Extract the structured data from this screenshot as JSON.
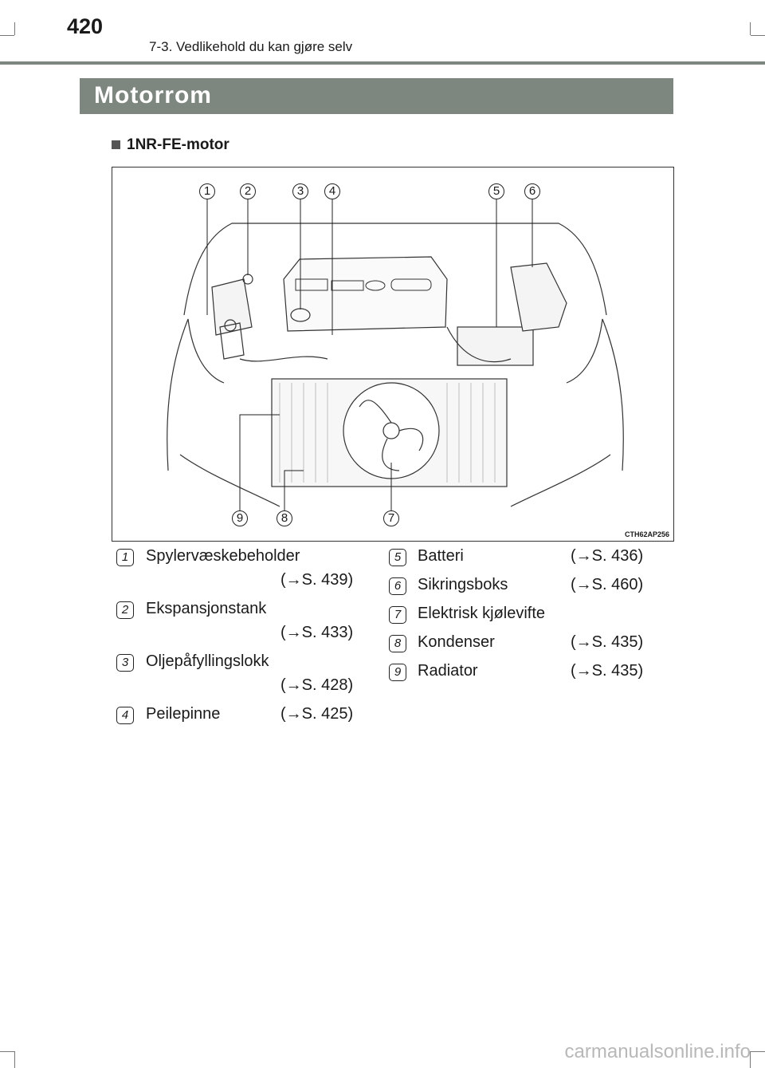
{
  "header": {
    "page_number": "420",
    "chapter": "7-3. Vedlikehold du kan gjøre selv"
  },
  "section": {
    "title": "Motorrom",
    "subtitle": "1NR-FE-motor"
  },
  "figure": {
    "code": "CTH62AP256",
    "callouts": [
      "1",
      "2",
      "3",
      "4",
      "5",
      "6",
      "7",
      "8",
      "9"
    ]
  },
  "legend": [
    {
      "num": "1",
      "label": "Spylervæskebeholder",
      "ref": "(→S. 439)"
    },
    {
      "num": "2",
      "label": "Ekspansjonstank",
      "ref": "(→S. 433)"
    },
    {
      "num": "3",
      "label": "Oljepåfyllingslokk",
      "ref": "(→S. 428)"
    },
    {
      "num": "4",
      "label": "Peilepinne",
      "ref": "(→S. 425)"
    },
    {
      "num": "5",
      "label": "Batteri",
      "ref": "(→S. 436)"
    },
    {
      "num": "6",
      "label": "Sikringsboks",
      "ref": "(→S. 460)"
    },
    {
      "num": "7",
      "label": "Elektrisk kjølevifte",
      "ref": ""
    },
    {
      "num": "8",
      "label": "Kondenser",
      "ref": "(→S. 435)"
    },
    {
      "num": "9",
      "label": "Radiator",
      "ref": "(→S. 435)"
    }
  ],
  "watermark": "carmanualsonline.info"
}
